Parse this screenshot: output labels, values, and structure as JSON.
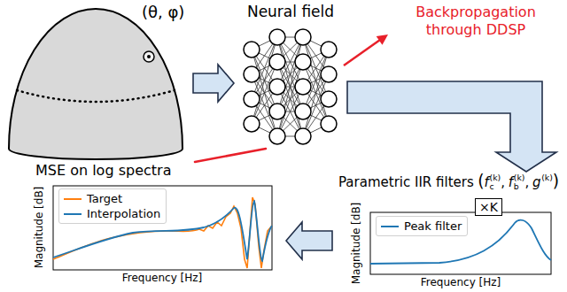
{
  "diagram": {
    "nodes": [
      {
        "text": [
          "(θ, φ)"
        ]
      },
      {
        "text": [
          "Neural field"
        ]
      },
      {
        "text": [
          "MSE on log spectra",
          "Magnitude [dB]",
          "Frequency [Hz]"
        ]
      },
      {
        "text": [
          "Parametric IIR filters",
          "Magnitude [dB]",
          "Frequency [Hz]"
        ]
      },
      {
        "text": [
          "×K"
        ],
        "in": 3
      }
    ],
    "edges": [
      {
        "from": 0,
        "to": 1,
        "arrow": "to"
      },
      {
        "from": 1,
        "to": 3,
        "arrow": "to"
      },
      {
        "from": 3,
        "to": 2,
        "arrow": "to"
      },
      {
        "from": 2,
        "to": 1,
        "arrow": "none"
      }
    ],
    "labels": [
      "Backpropagation through DDSP",
      "(",
      "f",
      "c",
      "(k)",
      ",",
      "f",
      "b",
      "(k)",
      ",",
      "g",
      "(k)",
      ")"
    ],
    "legend": [
      {
        "text": "Target"
      },
      {
        "text": "Interpolation"
      },
      {
        "text": "Peak filter"
      }
    ]
  }
}
